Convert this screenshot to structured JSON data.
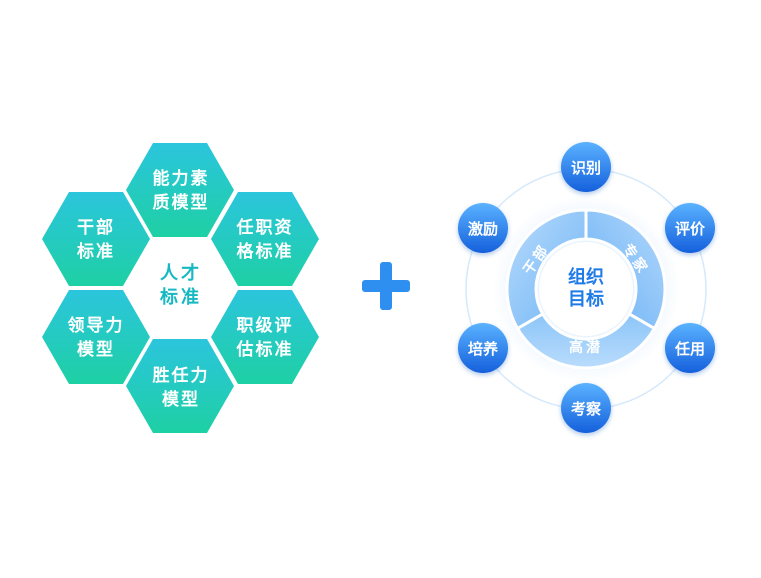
{
  "left_diagram": {
    "center": {
      "line1": "人才",
      "line2": "标准"
    },
    "hexagons": [
      {
        "line1": "能力素",
        "line2": "质模型"
      },
      {
        "line1": "任职资",
        "line2": "格标准"
      },
      {
        "line1": "职级评",
        "line2": "估标准"
      },
      {
        "line1": "胜任力",
        "line2": "模型"
      },
      {
        "line1": "领导力",
        "line2": "模型"
      },
      {
        "line1": "干部",
        "line2": "标准"
      }
    ]
  },
  "plus_sign": "+",
  "right_diagram": {
    "core": {
      "line1": "组织",
      "line2": "目标"
    },
    "ring_segments": {
      "cadre": "干部",
      "expert": "专家",
      "potential": "高潜"
    },
    "nodes": {
      "identify": "识别",
      "evaluate": "评价",
      "appoint": "任用",
      "examine": "考察",
      "cultivate": "培养",
      "motivate": "激励"
    }
  },
  "colors": {
    "hex_top": "#29c6dc",
    "hex_bottom": "#1dcfa5",
    "center_text": "#16b9c2",
    "plus": "#2f8ff0",
    "node_top": "#4aa9ff",
    "node_bottom": "#1766e0",
    "core_text": "#1f7be8",
    "ring_light": "#a9d4fb",
    "ring_dark": "#5aaaf3"
  }
}
